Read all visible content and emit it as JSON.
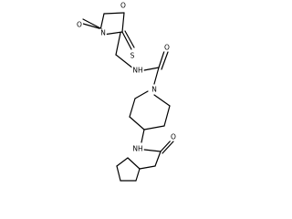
{
  "molecule": {
    "atom_labels": {
      "ring_s": "S",
      "ring_n": "N",
      "ring_o_top": "O",
      "ring_o_left": "O",
      "amide_nh_upper": "NH",
      "amide_o_upper": "O",
      "piperidine_n": "N",
      "amide_nh_lower": "NH",
      "amide_o_lower": "O"
    }
  }
}
